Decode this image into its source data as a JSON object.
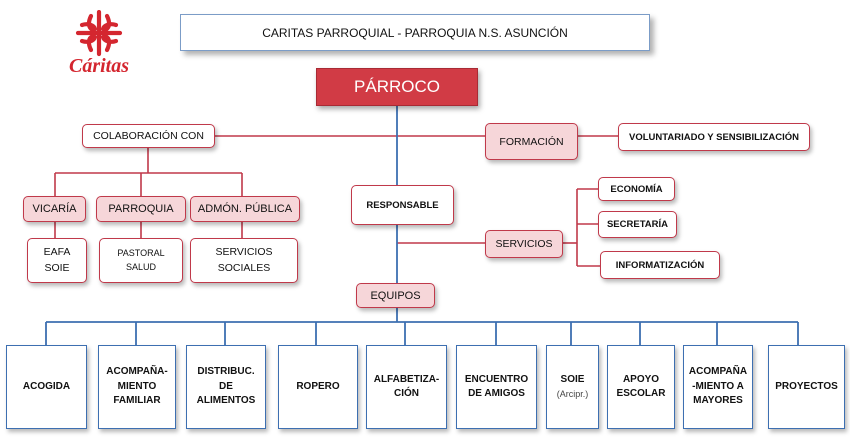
{
  "logo": {
    "name": "Cáritas"
  },
  "header": {
    "title": "CARITAS PARROQUIAL - PARROQUIA N.S. ASUNCIÓN"
  },
  "parroco": "PÁRROCO",
  "colaboracion": "COLABORACIÓN CON",
  "formacion": "FORMACIÓN",
  "voluntariado": "VOLUNTARIADO Y SENSIBILIZACIÓN",
  "vicaria": "VICARÍA",
  "parroquia": "PARROQUIA",
  "admon": "ADMÓN. PÚBLICA",
  "eafa": "EAFA\nSOIE",
  "pastoral": "PASTORAL\nSALUD",
  "servicios_sociales": "SERVICIOS\nSOCIALES",
  "responsable": "RESPONSABLE",
  "servicios": "SERVICIOS",
  "economia": "ECONOMÍA",
  "secretaria": "SECRETARÍA",
  "informatizacion": "INFORMATIZACIÓN",
  "equipos": "EQUIPOS",
  "teams": {
    "acogida": "ACOGIDA",
    "acompanamiento_familiar": "ACOMPAÑA-\nMIENTO\nFAMILIAR",
    "distribuc": "DISTRIBUC.\nDE\nALIMENTOS",
    "ropero": "ROPERO",
    "alfabetizacion": "ALFABETIZA-\nCIÓN",
    "encuentro": "ENCUENTRO\nDE AMIGOS",
    "soie": "SOIE",
    "soie_sub": "(Arcipr.)",
    "apoyo": "APOYO\nESCOLAR",
    "acompanamiento_mayores": "ACOMPAÑA\n-MIENTO A\nMAYORES",
    "proyectos": "PROYECTOS"
  },
  "colors": {
    "red": "#c0394a",
    "blue": "#3d6fb1",
    "pink": "#f6d6d9",
    "parroco_fill": "#d13b45",
    "logo_red": "#d4262f"
  }
}
